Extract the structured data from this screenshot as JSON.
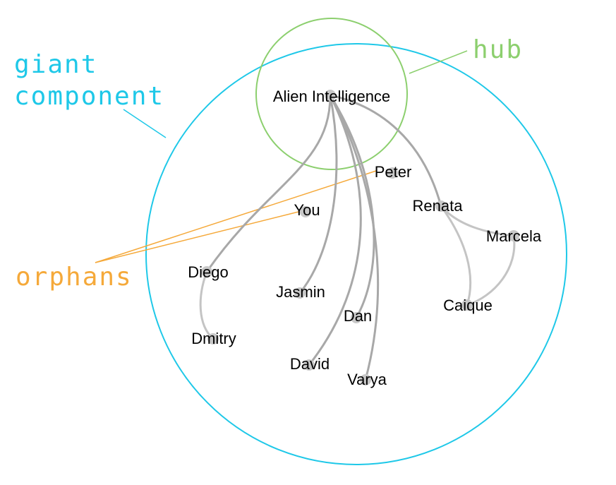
{
  "colors": {
    "giant": "#1ec8e8",
    "hub": "#8ccf6e",
    "orphans": "#f5a93a",
    "edge": "#a8a8a8",
    "node": "#c8c8c8"
  },
  "callouts": {
    "giant_line1": "giant",
    "giant_line2": "component",
    "hub": "hub",
    "orphans": "orphans"
  },
  "nodes": {
    "alien": "Alien Intelligence",
    "peter": "Peter",
    "you": "You",
    "renata": "Renata",
    "marcela": "Marcela",
    "diego": "Diego",
    "jasmin": "Jasmin",
    "dan": "Dan",
    "caique": "Caique",
    "dmitry": "Dmitry",
    "david": "David",
    "varya": "Varya"
  },
  "edges": [
    [
      "alien",
      "diego"
    ],
    [
      "alien",
      "jasmin"
    ],
    [
      "alien",
      "david"
    ],
    [
      "alien",
      "dan"
    ],
    [
      "alien",
      "varya"
    ],
    [
      "alien",
      "renata"
    ],
    [
      "diego",
      "dmitry"
    ],
    [
      "renata",
      "marcela"
    ],
    [
      "renata",
      "caique"
    ],
    [
      "marcela",
      "caique"
    ]
  ],
  "orphans": [
    "peter",
    "you"
  ]
}
